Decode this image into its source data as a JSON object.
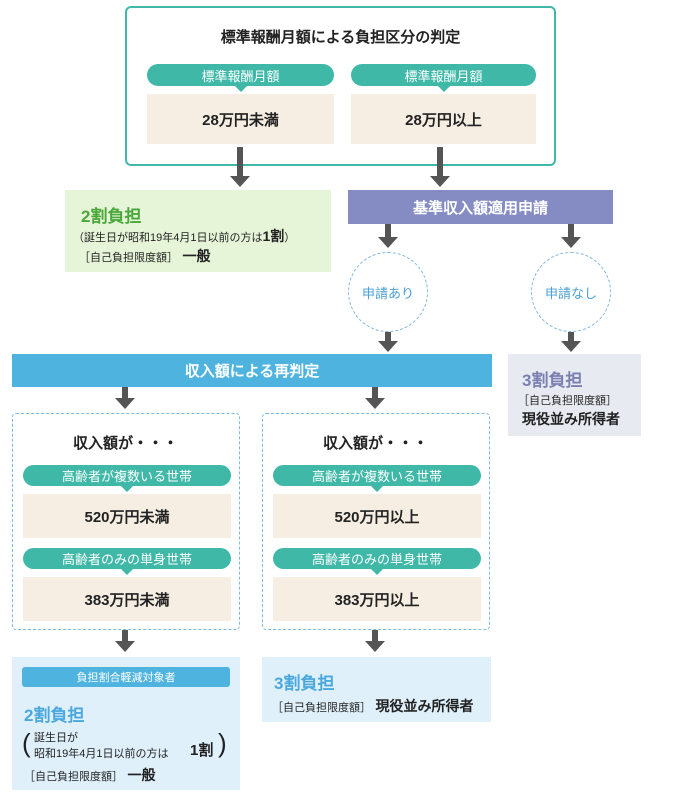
{
  "header": {
    "title": "標準報酬月額による負担区分の判定",
    "left_label": "標準報酬月額",
    "left_value": "28万円未満",
    "right_label": "標準報酬月額",
    "right_value": "28万円以上"
  },
  "left_result": {
    "title": "2割負担",
    "note_prefix": "（誕生日が昭和19年4月1日以前の方は",
    "note_bold": "1割",
    "note_suffix": "）",
    "limit_label": "［自己負担限度額］",
    "limit_value": "一般"
  },
  "application": {
    "title": "基準収入額適用申請",
    "yes": "申請あり",
    "no": "申請なし"
  },
  "no_result": {
    "title": "3割負担",
    "limit_label": "［自己負担限度額］",
    "limit_value": "現役並み所得者"
  },
  "rejudge": {
    "title": "収入額による再判定"
  },
  "income_left": {
    "heading": "収入額が・・・",
    "multi_label": "高齢者が複数いる世帯",
    "multi_value": "520万円未満",
    "single_label": "高齢者のみの単身世帯",
    "single_value": "383万円未満"
  },
  "income_right": {
    "heading": "収入額が・・・",
    "multi_label": "高齢者が複数いる世帯",
    "multi_value": "520万円以上",
    "single_label": "高齢者のみの単身世帯",
    "single_value": "383万円以上"
  },
  "bottom_left": {
    "badge": "負担割合軽減対象者",
    "title": "2割負担",
    "note_line1": "誕生日が",
    "note_line2": "昭和19年4月1日以前の方は",
    "note_bold": "1割",
    "limit_label": "［自己負担限度額］",
    "limit_value": "一般"
  },
  "bottom_right": {
    "title": "3割負担",
    "limit_label": "［自己負担限度額］",
    "limit_value": "現役並み所得者"
  }
}
